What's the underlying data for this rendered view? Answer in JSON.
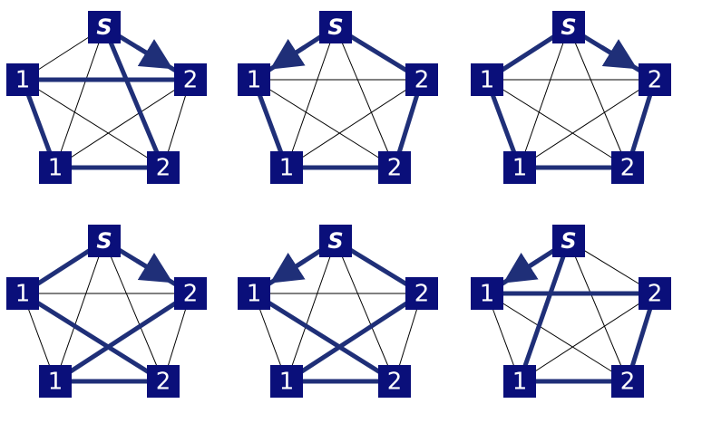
{
  "colors": {
    "node_fill": "#0a0f7a",
    "node_text": "#ffffff",
    "cycle_edge": "#1f2f78",
    "thin_edge": "#000000",
    "background": "#ffffff"
  },
  "diagrams": [
    {
      "nodes": [
        {
          "id": "s",
          "label": "S"
        },
        {
          "id": "l1",
          "label": "1"
        },
        {
          "id": "r2",
          "label": "2"
        },
        {
          "id": "b1",
          "label": "1"
        },
        {
          "id": "b2",
          "label": "2"
        }
      ],
      "cycle": [
        [
          "s",
          "r2"
        ],
        [
          "r2",
          "l1"
        ],
        [
          "l1",
          "b1"
        ],
        [
          "b1",
          "b2"
        ],
        [
          "b2",
          "s"
        ]
      ],
      "arrow_edge": [
        "s",
        "r2"
      ]
    },
    {
      "nodes": [
        {
          "id": "s",
          "label": "S"
        },
        {
          "id": "l1",
          "label": "1"
        },
        {
          "id": "r2",
          "label": "2"
        },
        {
          "id": "b1",
          "label": "1"
        },
        {
          "id": "b2",
          "label": "2"
        }
      ],
      "cycle": [
        [
          "s",
          "l1"
        ],
        [
          "l1",
          "b1"
        ],
        [
          "b1",
          "b2"
        ],
        [
          "b2",
          "r2"
        ],
        [
          "r2",
          "s"
        ]
      ],
      "arrow_edge": [
        "s",
        "l1"
      ]
    },
    {
      "nodes": [
        {
          "id": "s",
          "label": "S"
        },
        {
          "id": "l1",
          "label": "1"
        },
        {
          "id": "r2",
          "label": "2"
        },
        {
          "id": "b1",
          "label": "1"
        },
        {
          "id": "b2",
          "label": "2"
        }
      ],
      "cycle": [
        [
          "s",
          "r2"
        ],
        [
          "r2",
          "b2"
        ],
        [
          "b2",
          "b1"
        ],
        [
          "b1",
          "l1"
        ],
        [
          "l1",
          "s"
        ]
      ],
      "arrow_edge": [
        "s",
        "r2"
      ]
    },
    {
      "nodes": [
        {
          "id": "s",
          "label": "S"
        },
        {
          "id": "l1",
          "label": "1"
        },
        {
          "id": "r2",
          "label": "2"
        },
        {
          "id": "b1",
          "label": "1"
        },
        {
          "id": "b2",
          "label": "2"
        }
      ],
      "cycle": [
        [
          "s",
          "r2"
        ],
        [
          "r2",
          "b1"
        ],
        [
          "b1",
          "b2"
        ],
        [
          "b2",
          "l1"
        ],
        [
          "l1",
          "s"
        ]
      ],
      "arrow_edge": [
        "s",
        "r2"
      ]
    },
    {
      "nodes": [
        {
          "id": "s",
          "label": "S"
        },
        {
          "id": "l1",
          "label": "1"
        },
        {
          "id": "r2",
          "label": "2"
        },
        {
          "id": "b1",
          "label": "1"
        },
        {
          "id": "b2",
          "label": "2"
        }
      ],
      "cycle": [
        [
          "s",
          "l1"
        ],
        [
          "l1",
          "b2"
        ],
        [
          "b2",
          "b1"
        ],
        [
          "b1",
          "r2"
        ],
        [
          "r2",
          "s"
        ]
      ],
      "arrow_edge": [
        "s",
        "l1"
      ]
    },
    {
      "nodes": [
        {
          "id": "s",
          "label": "S"
        },
        {
          "id": "l1",
          "label": "1"
        },
        {
          "id": "r2",
          "label": "2"
        },
        {
          "id": "b1",
          "label": "1"
        },
        {
          "id": "b2",
          "label": "2"
        }
      ],
      "cycle": [
        [
          "s",
          "l1"
        ],
        [
          "l1",
          "r2"
        ],
        [
          "r2",
          "b2"
        ],
        [
          "b2",
          "b1"
        ],
        [
          "b1",
          "s"
        ]
      ],
      "arrow_edge": [
        "s",
        "l1"
      ]
    }
  ]
}
